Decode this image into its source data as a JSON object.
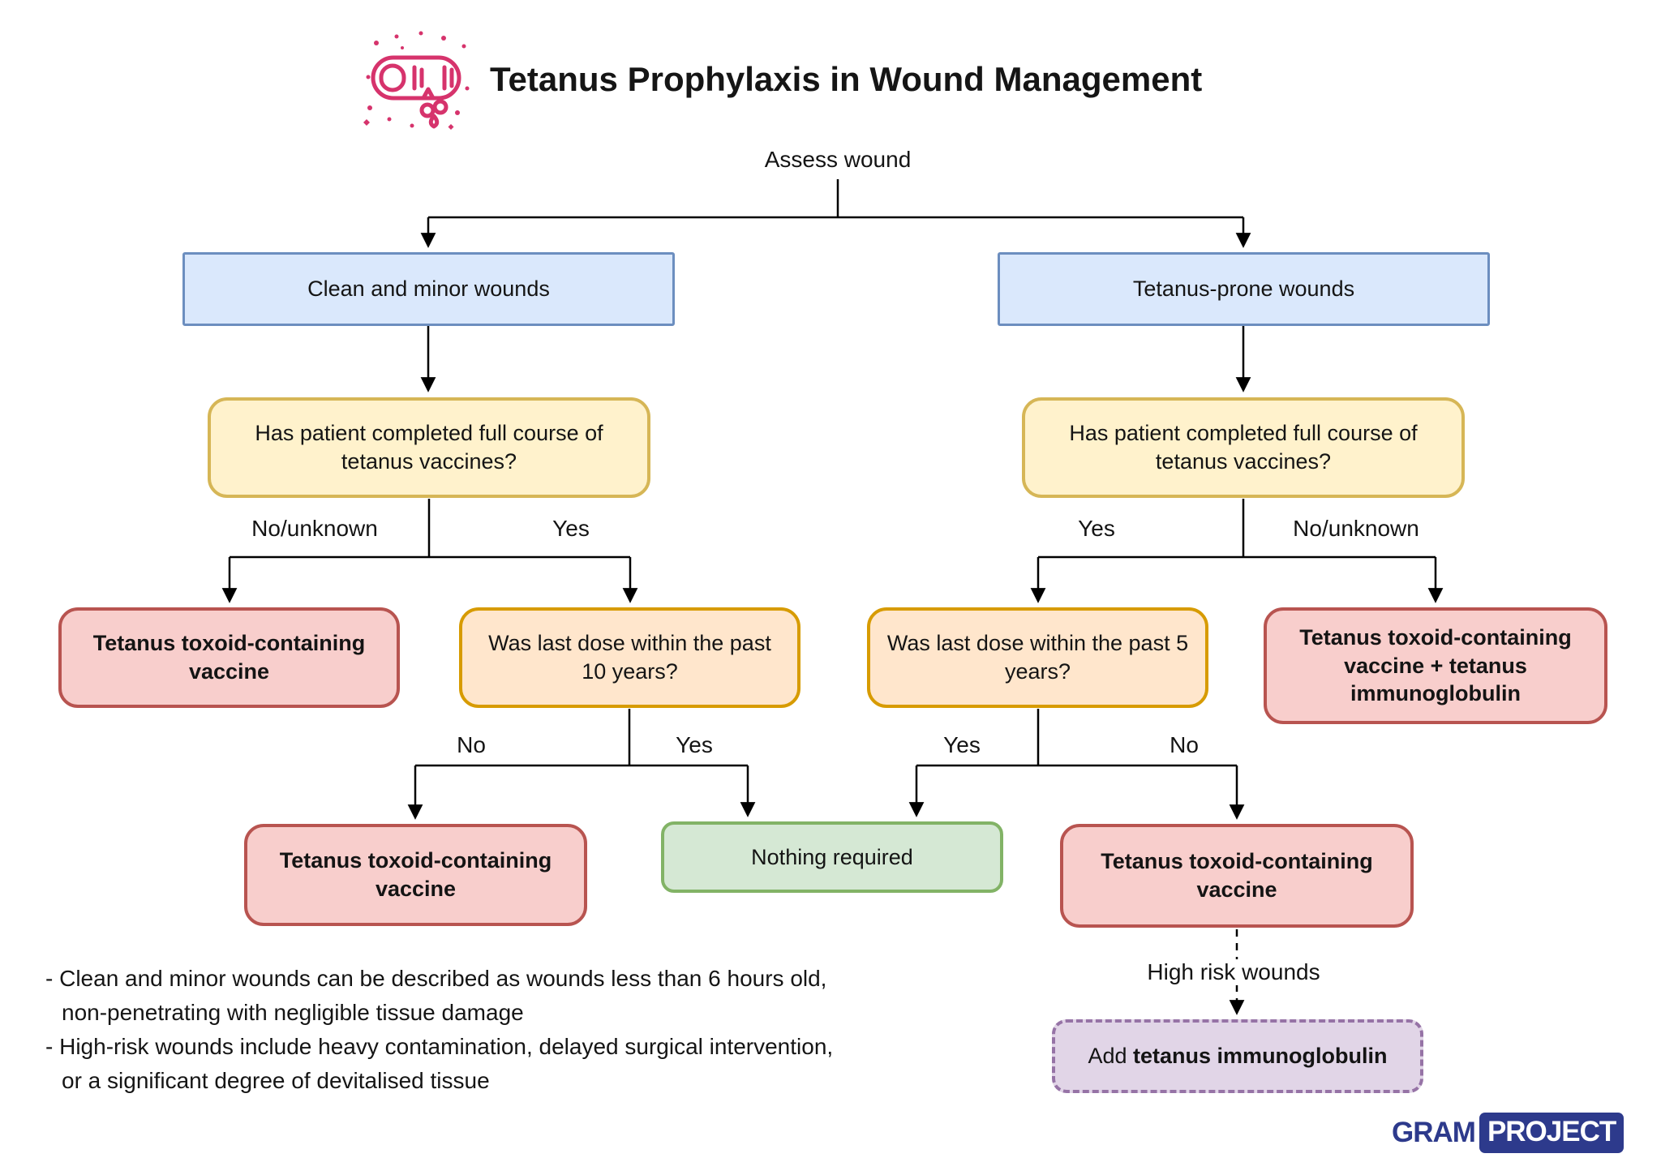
{
  "header": {
    "title": "Tetanus Prophylaxis in Wound Management",
    "icon": "wound-dressing-icon"
  },
  "root_label": "Assess wound",
  "nodes": {
    "clean_minor": {
      "label": "Clean and minor wounds"
    },
    "tetanus_prone": {
      "label": "Tetanus-prone wounds"
    },
    "full_course_left": {
      "label": "Has patient completed full course of tetanus vaccines?"
    },
    "full_course_right": {
      "label": "Has patient completed full course of tetanus vaccines?"
    },
    "vaccine_mid_left": {
      "label": "Tetanus toxoid-containing vaccine"
    },
    "last_dose_10": {
      "label": "Was last dose within the past 10 years?"
    },
    "last_dose_5": {
      "label": "Was last dose within the past 5 years?"
    },
    "vaccine_plus_ig": {
      "label": "Tetanus toxoid-containing vaccine + tetanus immunoglobulin"
    },
    "vaccine_bot_left": {
      "label": "Tetanus toxoid-containing vaccine"
    },
    "nothing_required": {
      "label": "Nothing required"
    },
    "vaccine_bot_right": {
      "label": "Tetanus toxoid-containing vaccine"
    },
    "add_ig": {
      "prefix": "Add ",
      "bold": "tetanus immunoglobulin"
    }
  },
  "edge_labels": {
    "left_no_unknown": "No/unknown",
    "left_yes": "Yes",
    "right_yes": "Yes",
    "right_no_unknown": "No/unknown",
    "l2_no": "No",
    "l2_yes": "Yes",
    "r2_yes": "Yes",
    "r2_no": "No",
    "high_risk": "High risk wounds"
  },
  "notes": {
    "lines": [
      "- Clean and minor wounds can be described as wounds less than 6 hours old,",
      "non-penetrating with negligible tissue damage",
      "- High-risk wounds include heavy contamination, delayed surgical intervention,",
      "or a significant degree of devitalised tissue"
    ]
  },
  "logo": {
    "gram": "GRAM",
    "project": "PROJECT"
  },
  "colors": {
    "blue_fill": "#dae8fc",
    "blue_stroke": "#6c8ebf",
    "yellow_fill": "#fff2cc",
    "yellow_stroke": "#d6b656",
    "orange_fill": "#ffe6cc",
    "orange_stroke": "#d79b00",
    "red_fill": "#f8cecc",
    "red_stroke": "#b85450",
    "green_fill": "#d5e8d4",
    "green_stroke": "#82b366",
    "purple_fill": "#e1d5e7",
    "purple_stroke": "#9673a6",
    "connector": "#000000",
    "icon_pink": "#d6336c",
    "logo_navy": "#2d3a8c"
  }
}
